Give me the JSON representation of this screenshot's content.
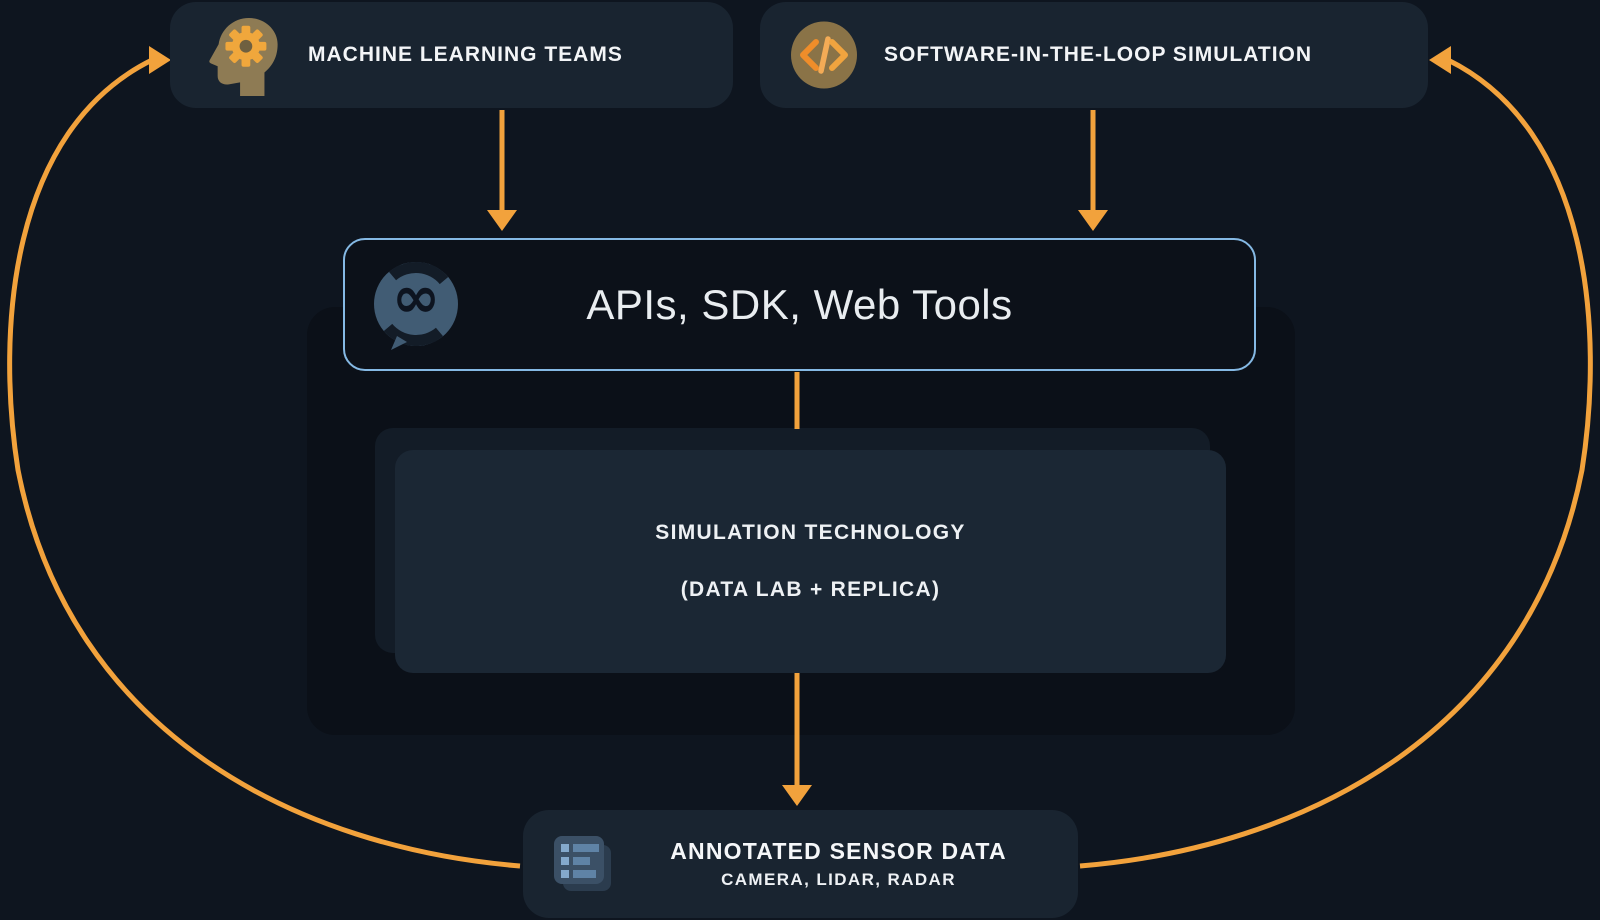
{
  "colors": {
    "background": "#0e151f",
    "node_fill": "#192430",
    "panel_fill": "#0b1018",
    "card_back_fill": "#131c27",
    "card_front_fill": "#1b2734",
    "arrow_orange": "#f2a23c",
    "apis_border_blue": "#85b9e4",
    "text_white": "#f3f5f7",
    "icon_tan": "#8e7b54",
    "icon_slate": "#415c74"
  },
  "nodes": {
    "ml": {
      "label": "MACHINE LEARNING TEAMS",
      "icon": "machine-learning-head-gear-icon"
    },
    "sil": {
      "label": "SOFTWARE-IN-THE-LOOP SIMULATION",
      "icon": "code-icon"
    },
    "apis": {
      "label": "APIs, SDK, Web Tools",
      "icon": "pd-logo"
    },
    "sim_tech": {
      "line1": "SIMULATION TECHNOLOGY",
      "line2": "(DATA LAB + REPLICA)"
    },
    "sensor": {
      "title": "ANNOTATED SENSOR DATA",
      "subtitle": "CAMERA, LIDAR, RADAR",
      "icon": "annotated-sensor-data-icon"
    }
  },
  "flows": [
    "machine-learning-teams -> apis-sdk-web-tools",
    "software-in-the-loop-simulation -> apis-sdk-web-tools",
    "apis-sdk-web-tools -> simulation-technology",
    "simulation-technology -> annotated-sensor-data",
    "annotated-sensor-data -> machine-learning-teams",
    "annotated-sensor-data -> software-in-the-loop-simulation"
  ]
}
